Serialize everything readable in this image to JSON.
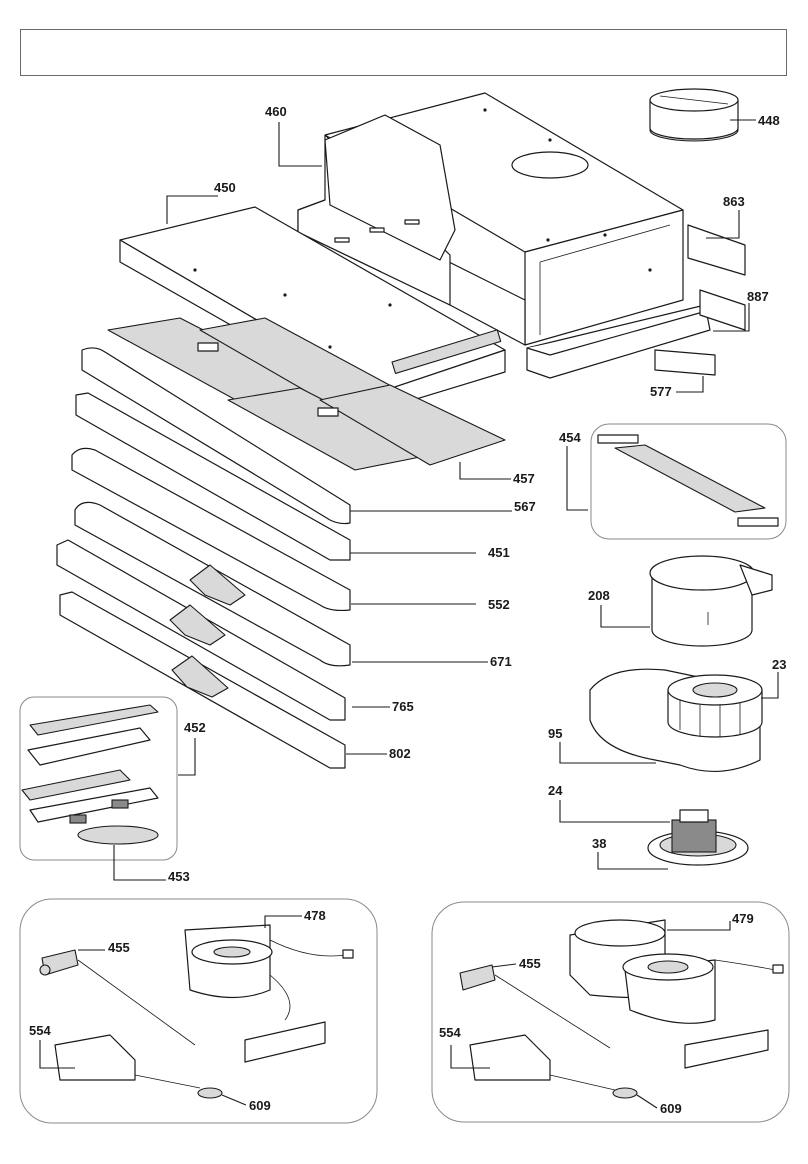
{
  "labels": {
    "p460": "460",
    "p448": "448",
    "p450": "450",
    "p863": "863",
    "p887": "887",
    "p577": "577",
    "p454": "454",
    "p457": "457",
    "p567": "567",
    "p451": "451",
    "p552": "552",
    "p671": "671",
    "p765": "765",
    "p802": "802",
    "p452": "452",
    "p453": "453",
    "p208": "208",
    "p23": "23",
    "p95": "95",
    "p24": "24",
    "p38": "38",
    "p478": "478",
    "p455a": "455",
    "p554a": "554",
    "p609a": "609",
    "p479": "479",
    "p455b": "455",
    "p554b": "554",
    "p609b": "609"
  }
}
